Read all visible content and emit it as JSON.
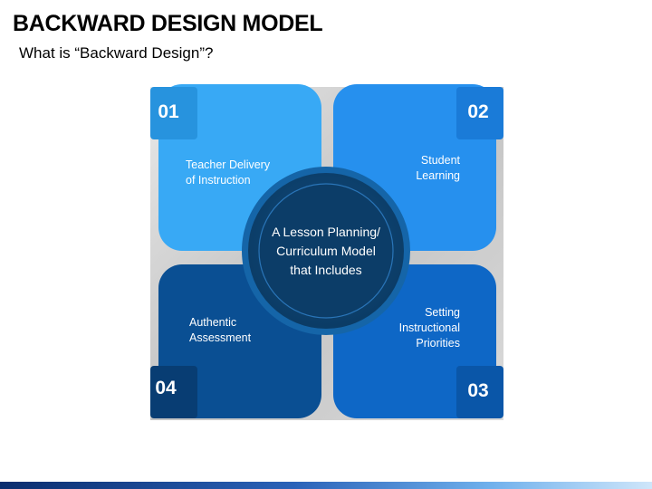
{
  "header": {
    "title": "BACKWARD DESIGN MODEL",
    "subtitle": "What is “Backward Design”?"
  },
  "diagram": {
    "center": {
      "line1": "A Lesson Planning/",
      "line2": "Curriculum Model",
      "line3": "that Includes"
    },
    "quadrants": [
      {
        "number": "01",
        "line1": "Teacher Delivery",
        "line2": "of Instruction",
        "line3": ""
      },
      {
        "number": "02",
        "line1": "Student",
        "line2": "Learning",
        "line3": ""
      },
      {
        "number": "03",
        "line1": "Setting",
        "line2": "Instructional",
        "line3": "Priorities"
      },
      {
        "number": "04",
        "line1": "Authentic",
        "line2": "Assessment",
        "line3": ""
      }
    ]
  },
  "colors": {
    "q1": "#38A9F5",
    "q2": "#2690EE",
    "q3": "#0E67C6",
    "q4": "#0A4F93",
    "center": "#0B3F6B",
    "frame": "#C8C8C8"
  }
}
